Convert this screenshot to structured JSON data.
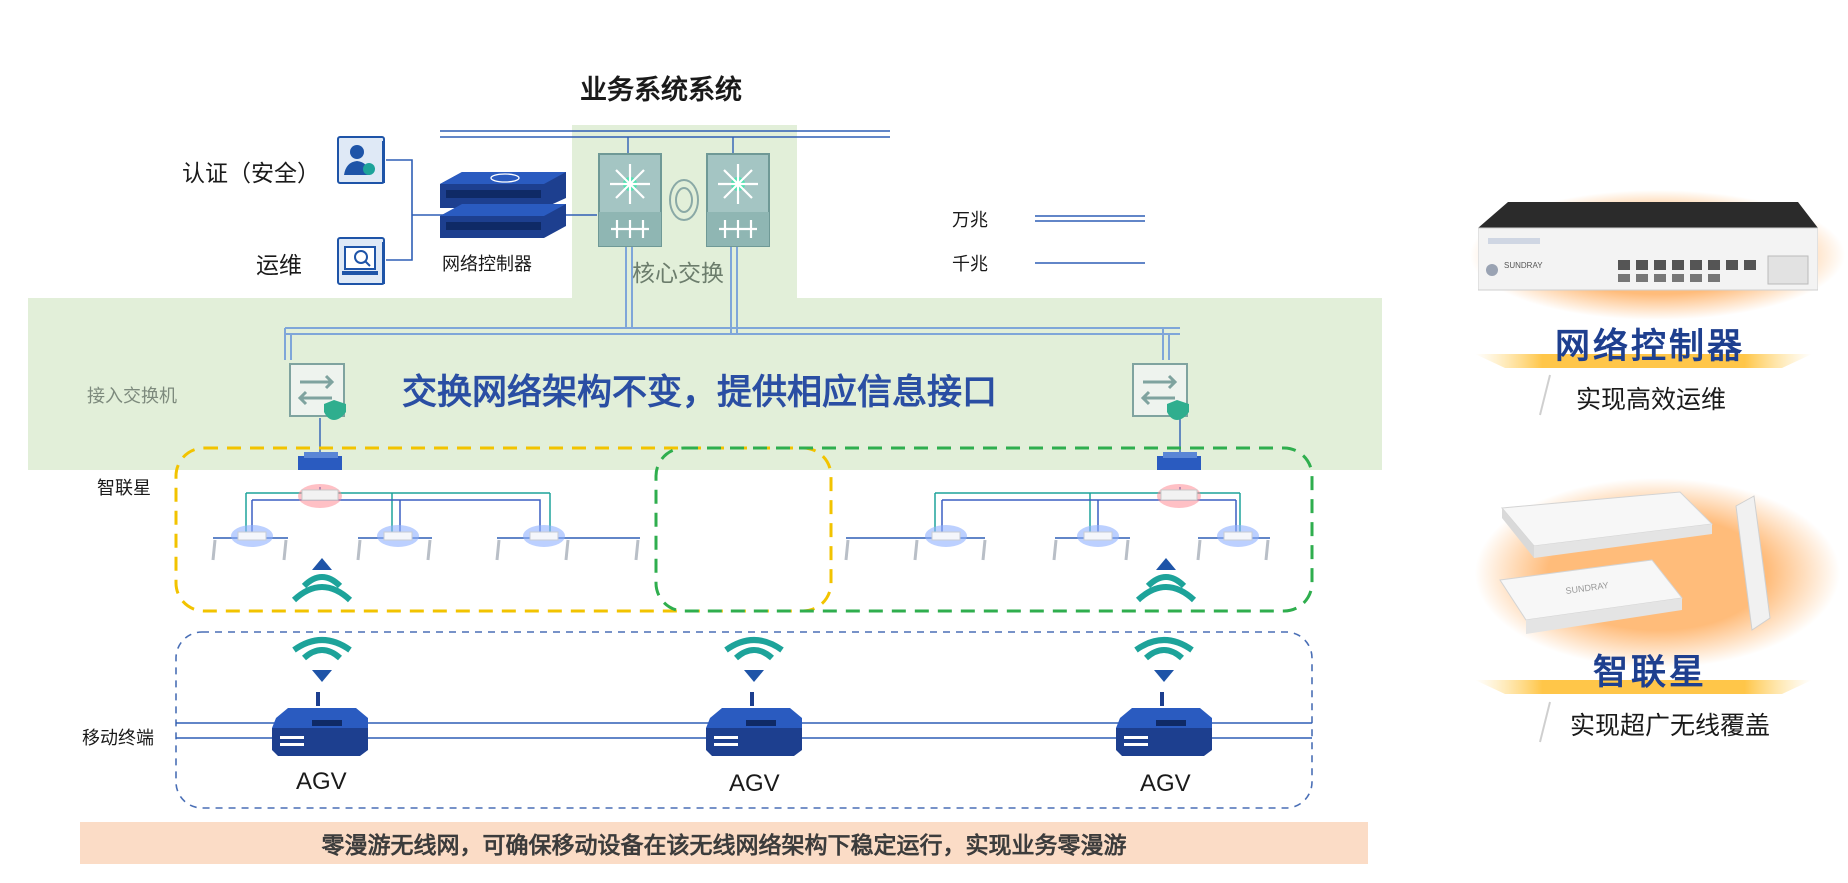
{
  "diagram": {
    "title": "业务系统系统",
    "auth_label": "认证（安全）",
    "ops_label": "运维",
    "controller_label": "网络控制器",
    "core_label": "核心交换",
    "legend": {
      "ten_gig": "万兆",
      "gig": "千兆"
    },
    "access_label": "接入交换机",
    "headline": "交换网络架构不变，提供相应信息接口",
    "zhilianxing_label": "智联星",
    "mobile_label": "移动终端",
    "agv_labels": [
      "AGV",
      "AGV",
      "AGV"
    ],
    "banner": "零漫游无线网，可确保移动设备在该无线网络架构下稳定运行，实现业务零漫游",
    "colors": {
      "green_zone": "#e2efd9",
      "dashed_yellow": "#f2c300",
      "dashed_green": "#2fae4e",
      "dashed_blue": "#4a6fb6",
      "line_blue": "#2f5fb5",
      "line_teal": "#1da39a",
      "device_navy": "#1d3f8f"
    }
  },
  "products": [
    {
      "name": "网络控制器",
      "desc": "实现高效运维",
      "image_text": "SUNDRAY"
    },
    {
      "name": "智联星",
      "desc": "实现超广无线覆盖",
      "image_text": "SUNDRAY"
    }
  ]
}
